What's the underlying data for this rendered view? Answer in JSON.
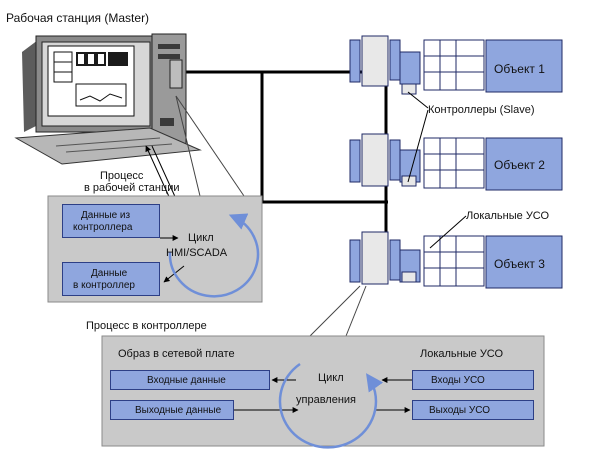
{
  "labels": {
    "master_title": "Рабочая станция (Master)",
    "process_ws_line1": "Процесс",
    "process_ws_line2": "в рабочей станции",
    "controllers": "Контроллеры (Slave)",
    "local_uso": "Локальные УСО",
    "process_ctrl": "Процесс в контроллере",
    "image_title": "Образ в сетевой плате",
    "local_uso_bottom": "Локальные УСО"
  },
  "objects": [
    "Объект 1",
    "Объект 2",
    "Объект 3"
  ],
  "ws_panel": {
    "data_from_line1": "Данные из",
    "data_from_line2": "контроллера",
    "data_to_line1": "Данные",
    "data_to_line2": "в контроллер",
    "cycle_line1": "Цикл",
    "cycle_line2": "HMI/SCADA"
  },
  "ctrl_panel": {
    "input_data": "Входные данные",
    "output_data": "Выходные данные",
    "cycle_line1": "Цикл",
    "cycle_line2": "управления",
    "inputs_uso": "Входы УСО",
    "outputs_uso": "Выходы УСО"
  },
  "colors": {
    "panel_gray": "#c9c9c9",
    "box_blue": "#8fa6de",
    "cycle_blue": "#6f8fd8",
    "wire": "#000000"
  }
}
